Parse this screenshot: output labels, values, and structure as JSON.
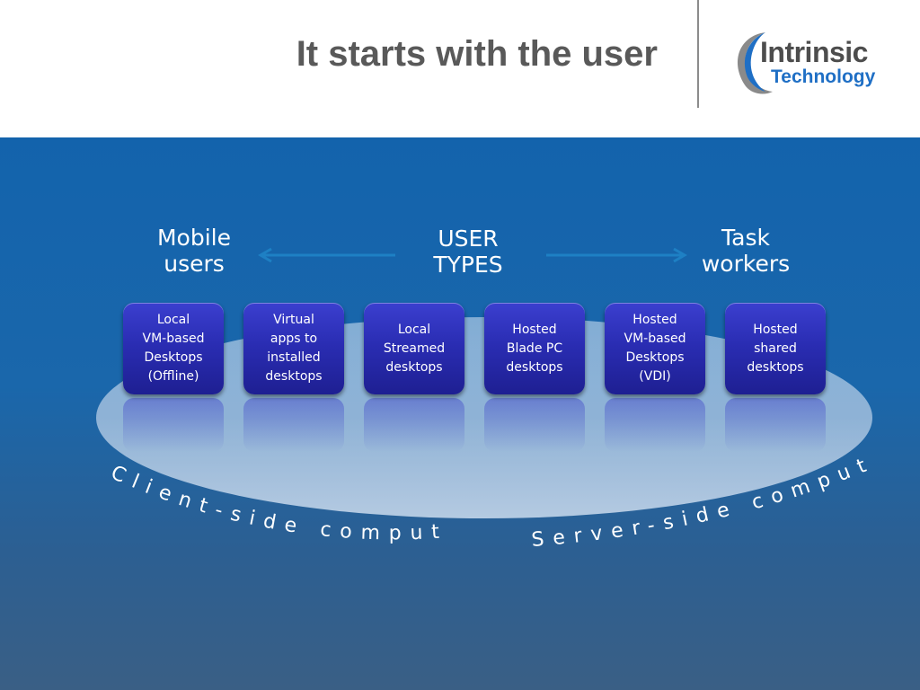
{
  "header": {
    "title": "It starts with the user",
    "logo": {
      "line1": "Intrinsic",
      "line2": "Technology"
    }
  },
  "categories": {
    "mobile": [
      "Mobile",
      "users"
    ],
    "user_types": [
      "USER",
      "TYPES"
    ],
    "task": [
      "Task",
      "workers"
    ]
  },
  "boxes": [
    {
      "lines": [
        "Local",
        "VM-based",
        "Desktops",
        "(Offline)"
      ]
    },
    {
      "lines": [
        "Virtual",
        "apps to",
        "installed",
        "desktops"
      ]
    },
    {
      "lines": [
        "Local",
        "Streamed",
        "desktops"
      ]
    },
    {
      "lines": [
        "Hosted",
        "Blade PC",
        "desktops"
      ]
    },
    {
      "lines": [
        "Hosted",
        "VM-based",
        "Desktops",
        "(VDI)"
      ]
    },
    {
      "lines": [
        "Hosted",
        "shared",
        "desktops"
      ]
    }
  ],
  "compute": {
    "client": "Client-side compute",
    "server": "Server-side compute"
  },
  "colors": {
    "title": "#595959",
    "logo_blue": "#1f6fc5",
    "box": "#2a2db3",
    "background": "#1363ac"
  }
}
